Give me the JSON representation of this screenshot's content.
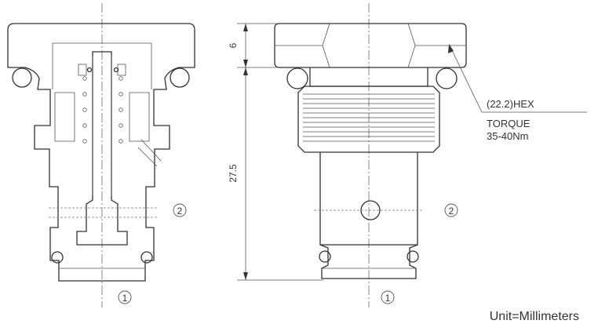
{
  "dimensions": {
    "cap_height": "6",
    "body_length": "27.5"
  },
  "callout": {
    "hex": "(22.2)HEX",
    "torque_label": "TORQUE",
    "torque_value": "35-40Nm"
  },
  "ports": {
    "side": "2",
    "bottom": "1"
  },
  "unit_note": "Unit=Millimeters"
}
